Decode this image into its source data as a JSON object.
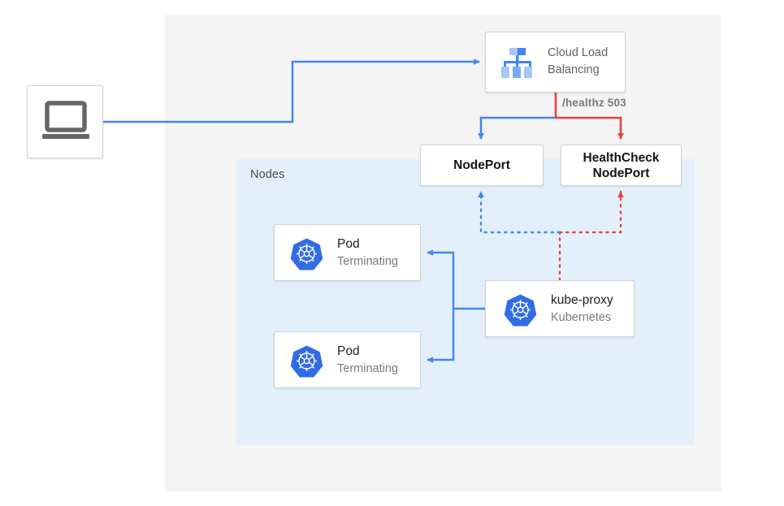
{
  "diagram": {
    "title": "Kubernetes NodePort health check with terminating pods",
    "colors": {
      "blue": "#4285f4",
      "red": "#ea4335",
      "region_outer": "#f4f4f4",
      "region_nodes": "#e3f0fb",
      "card_bg": "#ffffff",
      "card_border": "#d3d3d3",
      "text_gray": "#5f6368",
      "text_dark": "#202124",
      "text_sub": "#7a7a7a",
      "k8s_blue": "#326ce5"
    },
    "regions": {
      "outer": {
        "label": ""
      },
      "nodes": {
        "label": "Nodes"
      }
    },
    "nodes": {
      "client": {
        "icon": "laptop-icon",
        "label": ""
      },
      "load_balancer": {
        "icon": "cloud-load-balancing-icon",
        "label": "Cloud Load Balancing",
        "label_line1": "Cloud Load",
        "label_line2": "Balancing"
      },
      "nodeport": {
        "label": "NodePort"
      },
      "healthcheck_nodeport": {
        "label": "HealthCheck NodePort",
        "label_line1": "HealthCheck",
        "label_line2": "NodePort"
      },
      "pod1": {
        "icon": "kubernetes-icon",
        "label": "Pod",
        "status": "Terminating"
      },
      "pod2": {
        "icon": "kubernetes-icon",
        "label": "Pod",
        "status": "Terminating"
      },
      "kube_proxy": {
        "icon": "kubernetes-icon",
        "label": "kube-proxy",
        "subtitle": "Kubernetes"
      }
    },
    "edges": {
      "healthz": {
        "label": "/healthz 503",
        "color": "#ea4335"
      },
      "client_to_lb": {
        "style": "solid",
        "color": "#4285f4"
      },
      "lb_to_nodeport": {
        "style": "solid",
        "color": "#4285f4"
      },
      "lb_to_healthcheck": {
        "style": "solid",
        "color": "#ea4335"
      },
      "kubeproxy_to_nodeport": {
        "style": "dotted",
        "color": "#4285f4"
      },
      "kubeproxy_to_healthcheck": {
        "style": "dotted",
        "color": "#ea4335"
      },
      "kubeproxy_to_pods": {
        "style": "solid",
        "color": "#4285f4"
      }
    }
  }
}
